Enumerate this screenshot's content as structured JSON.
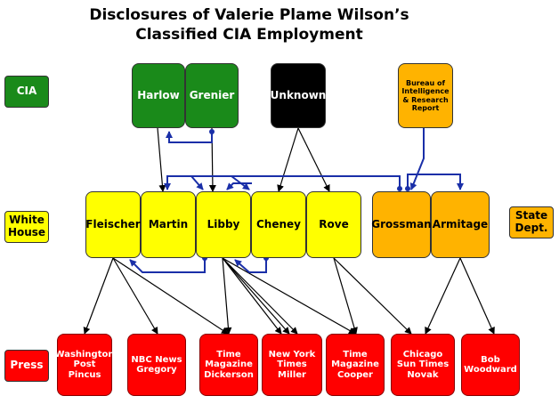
{
  "title": {
    "line1": "Disclosures of Valerie Plame Wilson’s",
    "line2": "Classified CIA Employment"
  },
  "row_labels": {
    "cia": "CIA",
    "white_house": [
      "White",
      "House"
    ],
    "state": [
      "State",
      "Dept."
    ],
    "press": "Press"
  },
  "cia_nodes": {
    "harlow": "Harlow",
    "grenier": "Grenier",
    "unknown": "Unknown"
  },
  "inr": [
    "Bureau of",
    "Intelligence",
    "& Research",
    "Report"
  ],
  "white_house_nodes": {
    "fleischer": "Fleischer",
    "martin": "Martin",
    "libby": "Libby",
    "cheney": "Cheney",
    "rove": "Rove"
  },
  "state_nodes": {
    "grossman": "Grossman",
    "armitage": "Armitage"
  },
  "press_nodes": {
    "wapo": [
      "Washington",
      "Post",
      "Pincus"
    ],
    "nbc": [
      "NBC News",
      "Gregory"
    ],
    "time_dickerson": [
      "Time",
      "Magazine",
      "Dickerson"
    ],
    "nyt": [
      "New York",
      "Times",
      "Miller"
    ],
    "time_cooper": [
      "Time",
      "Magazine",
      "Cooper"
    ],
    "sun_times": [
      "Chicago",
      "Sun Times",
      "Novak"
    ],
    "bob": [
      "Bob",
      "Woodward"
    ]
  },
  "colors": {
    "cia_green": "#1a8a1a",
    "white_house_yellow": "#ffff00",
    "state_orange": "#ffb300",
    "press_red": "#ff0000",
    "internal_link_blue": "#1a2fa8"
  }
}
